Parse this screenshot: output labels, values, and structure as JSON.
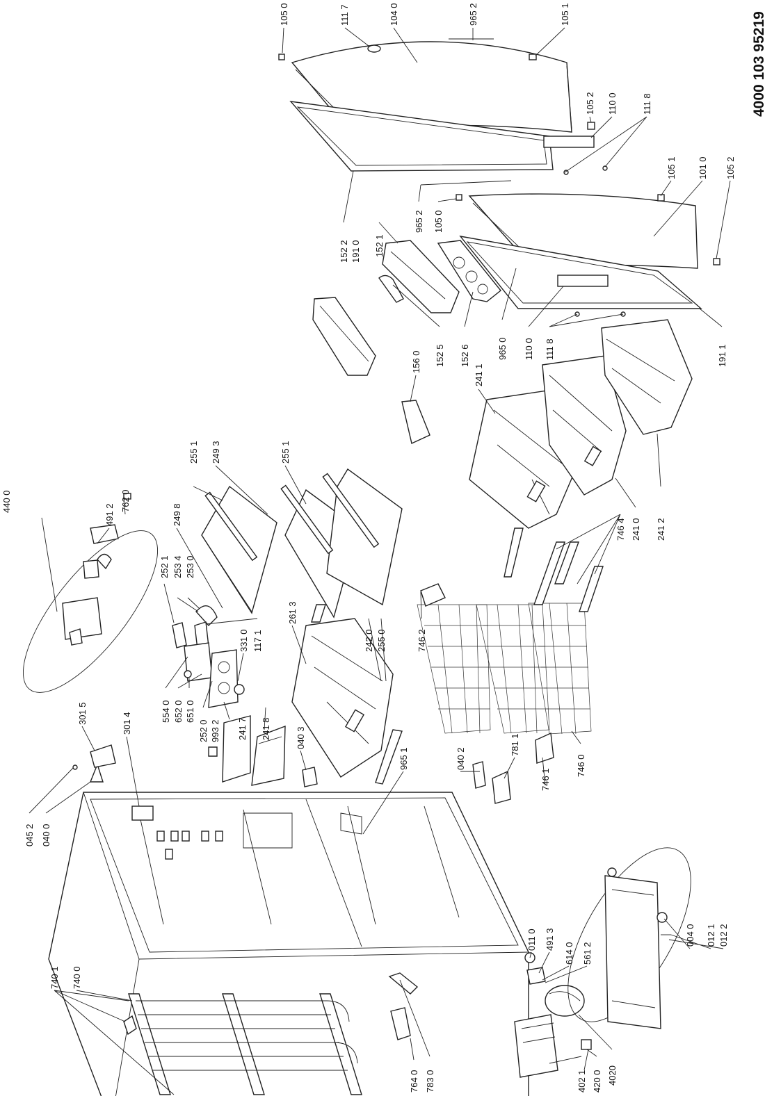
{
  "document_number": "4000 103 95219",
  "labels": [
    "105 0",
    "111 7",
    "104 0",
    "965 2",
    "105 1",
    "105 2",
    "110 0",
    "111 8",
    "152 2",
    "191 0",
    "152 1",
    "965 2",
    "105 0",
    "105 1",
    "101 0",
    "105 2",
    "156 0",
    "152 5",
    "152 6",
    "965 0",
    "110 0",
    "111 8",
    "191 1",
    "241 1",
    "241 0",
    "241 2",
    "746 4",
    "255 1",
    "249 3",
    "255 1",
    "249 8",
    "762 0",
    "491 2",
    "440 0",
    "252 1",
    "253 4",
    "253 0",
    "117 1",
    "331 0",
    "261 3",
    "242 0",
    "255 0",
    "746 2",
    "554 0",
    "652 0",
    "651 0",
    "252 0",
    "993 2",
    "241 7",
    "241 8",
    "040 3",
    "965 1",
    "040 2",
    "781 1",
    "746 1",
    "746 0",
    "301 5",
    "301 4",
    "045 2",
    "040 0",
    "011 0",
    "491 3",
    "614 0",
    "561 2",
    "004 0",
    "012 1",
    "012 2",
    "740 1",
    "740 0",
    "764 0",
    "783 0",
    "402 1",
    "420 0",
    "4020"
  ]
}
